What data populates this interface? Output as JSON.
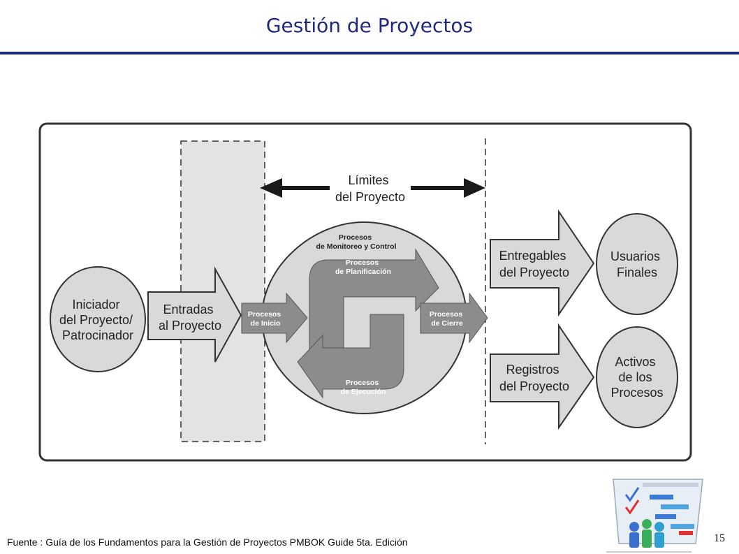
{
  "slide": {
    "title": "Gestión de Proyectos",
    "source": "Fuente : Guía de los Fundamentos para la Gestión de Proyectos PMBOK Guide 5ta. Edición",
    "page_number": "15"
  },
  "diagram": {
    "boundary_label": [
      "Límites",
      "del Proyecto"
    ],
    "initiator": [
      "Iniciador",
      "del Proyecto/",
      "Patrocinador"
    ],
    "inputs": [
      "Entradas",
      "al Proyecto"
    ],
    "initiating": [
      "Procesos",
      "de Inicio"
    ],
    "monitoring": [
      "Procesos",
      "de Monitoreo y Control"
    ],
    "planning": [
      "Procesos",
      "de Planificación"
    ],
    "executing": [
      "Procesos",
      "de Ejecución"
    ],
    "closing": [
      "Procesos",
      "de Cierre"
    ],
    "deliverables": [
      "Entregables",
      "del Proyecto"
    ],
    "end_users": [
      "Usuarios",
      "Finales"
    ],
    "records": [
      "Registros",
      "del Proyecto"
    ],
    "assets": [
      "Activos",
      "de los",
      "Procesos"
    ]
  },
  "colors": {
    "title": "#1f2a7a",
    "shape_fill": "#d9d9d9",
    "dark_fill": "#8c8c8c",
    "outline": "#333333"
  }
}
